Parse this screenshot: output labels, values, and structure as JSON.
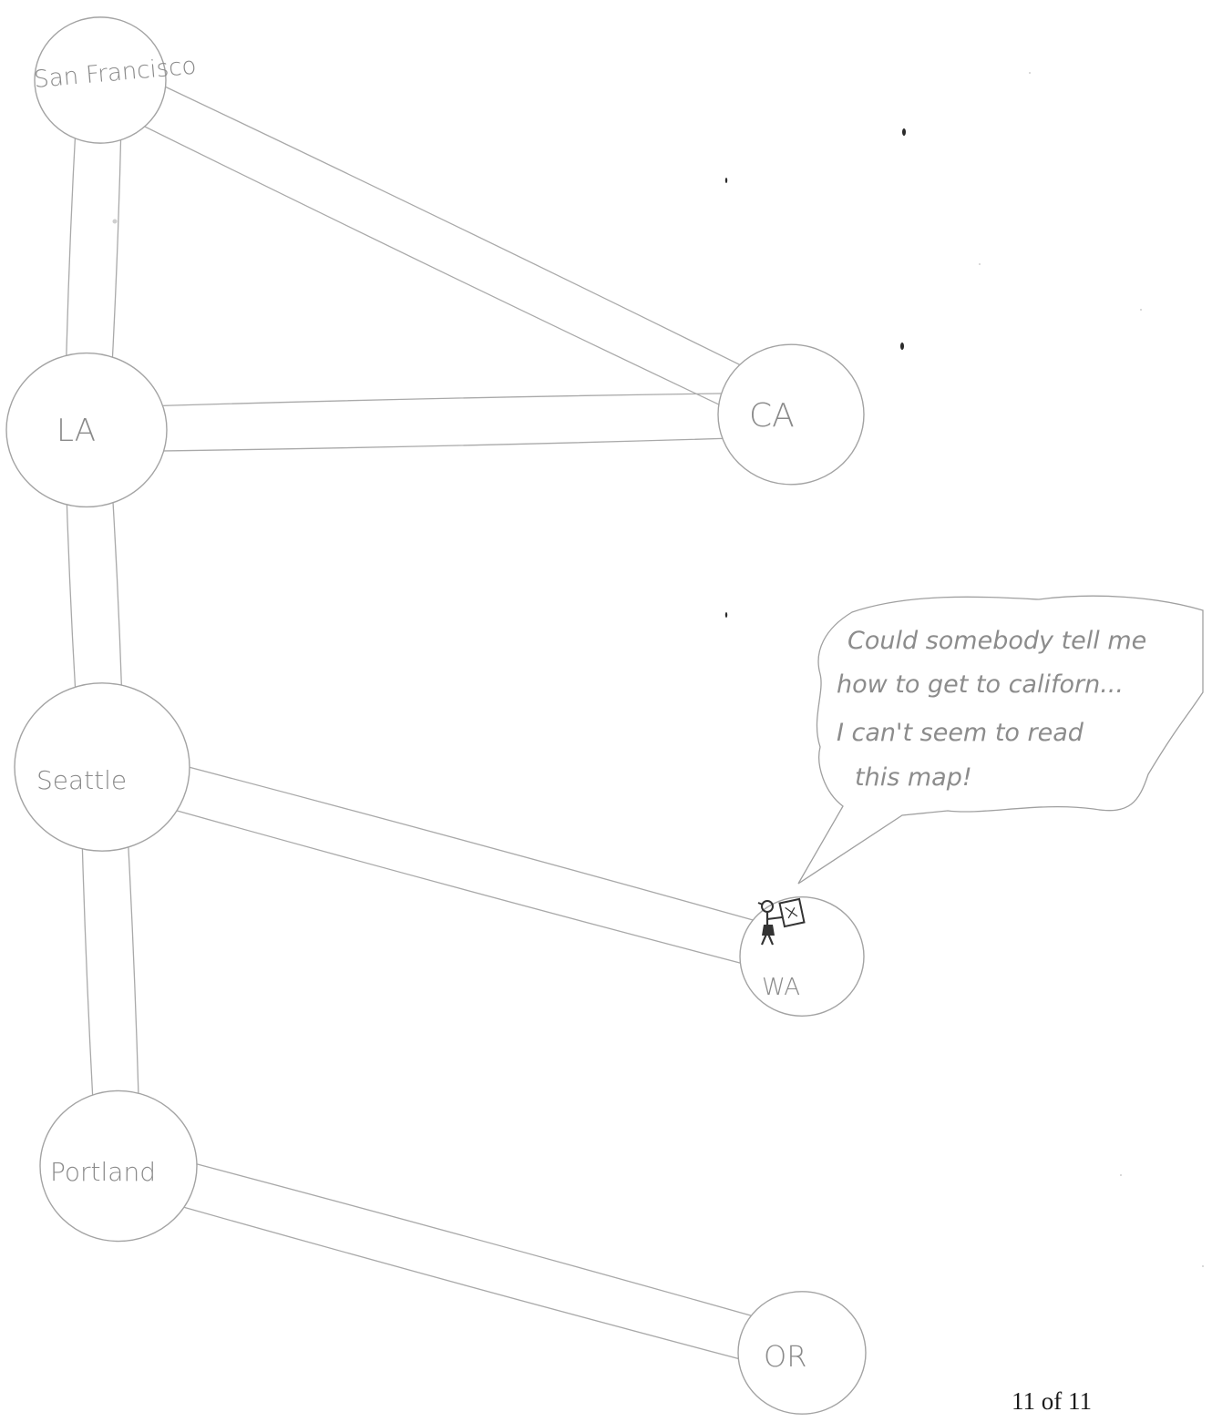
{
  "diagram": {
    "nodes": [
      {
        "id": "san-francisco",
        "label": "San Francisco"
      },
      {
        "id": "la",
        "label": "LA"
      },
      {
        "id": "ca",
        "label": "CA"
      },
      {
        "id": "seattle",
        "label": "Seattle"
      },
      {
        "id": "wa",
        "label": "WA"
      },
      {
        "id": "portland",
        "label": "Portland"
      },
      {
        "id": "or",
        "label": "OR"
      }
    ],
    "edges": [
      {
        "from": "san-francisco",
        "to": "la"
      },
      {
        "from": "san-francisco",
        "to": "ca"
      },
      {
        "from": "la",
        "to": "ca"
      },
      {
        "from": "la",
        "to": "seattle"
      },
      {
        "from": "seattle",
        "to": "wa"
      },
      {
        "from": "seattle",
        "to": "portland"
      },
      {
        "from": "portland",
        "to": "or"
      }
    ],
    "speech_bubble": {
      "lines": [
        "Could somebody tell me",
        "how to get to californ...",
        "I can't seem to read",
        "this map!"
      ]
    }
  },
  "footer": {
    "page_number": "11 of 11"
  }
}
